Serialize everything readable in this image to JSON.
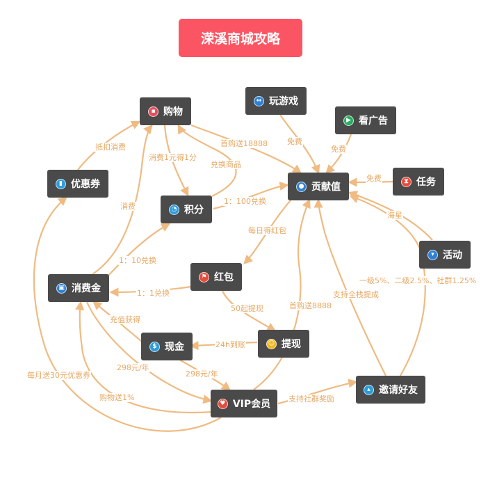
{
  "title": "溁溪商城攻略",
  "nodes": {
    "shopping": {
      "label": "购物",
      "icon": "shopping-bag-icon",
      "color": "#e74c5c"
    },
    "game": {
      "label": "玩游戏",
      "icon": "gamepad-icon",
      "color": "#2f80d6"
    },
    "ads": {
      "label": "看广告",
      "icon": "play-icon",
      "color": "#27ae60"
    },
    "coupon": {
      "label": "优惠券",
      "icon": "chart-icon",
      "color": "#2d9cdb"
    },
    "contribution": {
      "label": "贡献值",
      "icon": "medal-icon",
      "color": "#2f80d6"
    },
    "task": {
      "label": "任务",
      "icon": "hourglass-icon",
      "color": "#e74c3c"
    },
    "points": {
      "label": "积分",
      "icon": "pie-icon",
      "color": "#2d9cdb"
    },
    "event": {
      "label": "活动",
      "icon": "trophy-icon",
      "color": "#2f80d6"
    },
    "consume_gold": {
      "label": "消费金",
      "icon": "cart-icon",
      "color": "#2f80d6"
    },
    "redpacket": {
      "label": "红包",
      "icon": "flag-icon",
      "color": "#e74c3c"
    },
    "withdraw": {
      "label": "提现",
      "icon": "smile-icon",
      "color": "#f2b51c"
    },
    "cash": {
      "label": "现金",
      "icon": "dollar-icon",
      "color": "#2d9cdb"
    },
    "invite": {
      "label": "邀请好友",
      "icon": "user-icon",
      "color": "#2d9cdb"
    },
    "vip": {
      "label": "VIP会员",
      "icon": "heart-icon",
      "color": "#e74c3c"
    }
  },
  "edge_labels": {
    "coupon_shopping": "抵扣消费",
    "shopping_points": "消费1元得1分",
    "shopping_contribution": "首购送18888",
    "points_shopping": "兑换商品",
    "game_contribution": "免费",
    "ads_contribution": "免费",
    "task_contribution": "免费",
    "points_contribution": "1：100兑换",
    "consume_shopping": "消费",
    "event_contribution": "海星",
    "contribution_redpacket": "每日得红包",
    "consume_points": "1：10兑换",
    "redpacket_consume": "1：1兑换",
    "invite_contribution_levels": "一级5%、二级2.5%、社群1.25%",
    "invite_contribution_full": "支持全栈提成",
    "vip_contribution": "首购送8888",
    "redpacket_withdraw": "50起提现",
    "cash_consume": "充值获得",
    "withdraw_cash": "24h到账",
    "consume_vip": "298元/年",
    "cash_vip": "298元/年",
    "vip_coupon": "每月送30元优惠券",
    "vip_consume": "购物送1%",
    "vip_invite": "支持社群奖励"
  }
}
